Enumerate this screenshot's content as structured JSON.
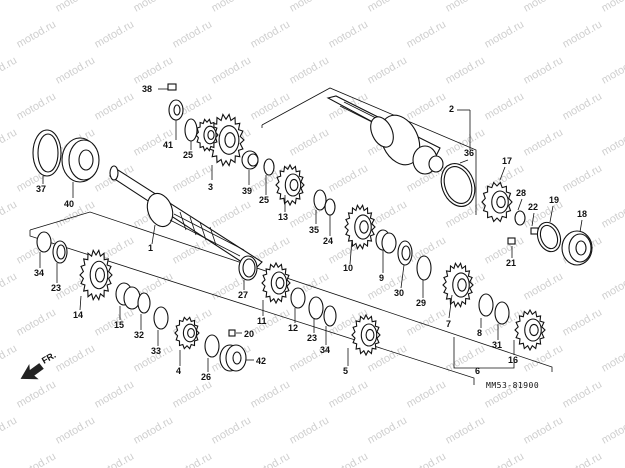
{
  "watermark": "motod.ru",
  "diagram_code": "MM53-81900",
  "direction_label": "FR.",
  "callouts": {
    "c1": "1",
    "c2": "2",
    "c3": "3",
    "c4": "4",
    "c5": "5",
    "c6": "6",
    "c7": "7",
    "c8": "8",
    "c9": "9",
    "c10": "10",
    "c11": "11",
    "c12": "12",
    "c13": "13",
    "c14": "14",
    "c15": "15",
    "c16": "16",
    "c17": "17",
    "c18": "18",
    "c19": "19",
    "c20": "20",
    "c21": "21",
    "c22": "22",
    "c23a": "23",
    "c23b": "23",
    "c24": "24",
    "c25a": "25",
    "c25b": "25",
    "c26": "26",
    "c27": "27",
    "c28": "28",
    "c29": "29",
    "c30": "30",
    "c31": "31",
    "c32": "32",
    "c33": "33",
    "c34a": "34",
    "c34b": "34",
    "c35": "35",
    "c36": "36",
    "c37": "37",
    "c38": "38",
    "c39": "39",
    "c40": "40",
    "c41": "41",
    "c42": "42"
  },
  "colors": {
    "line": "#111111",
    "watermark": "#cfcfcf",
    "background": "#ffffff"
  }
}
